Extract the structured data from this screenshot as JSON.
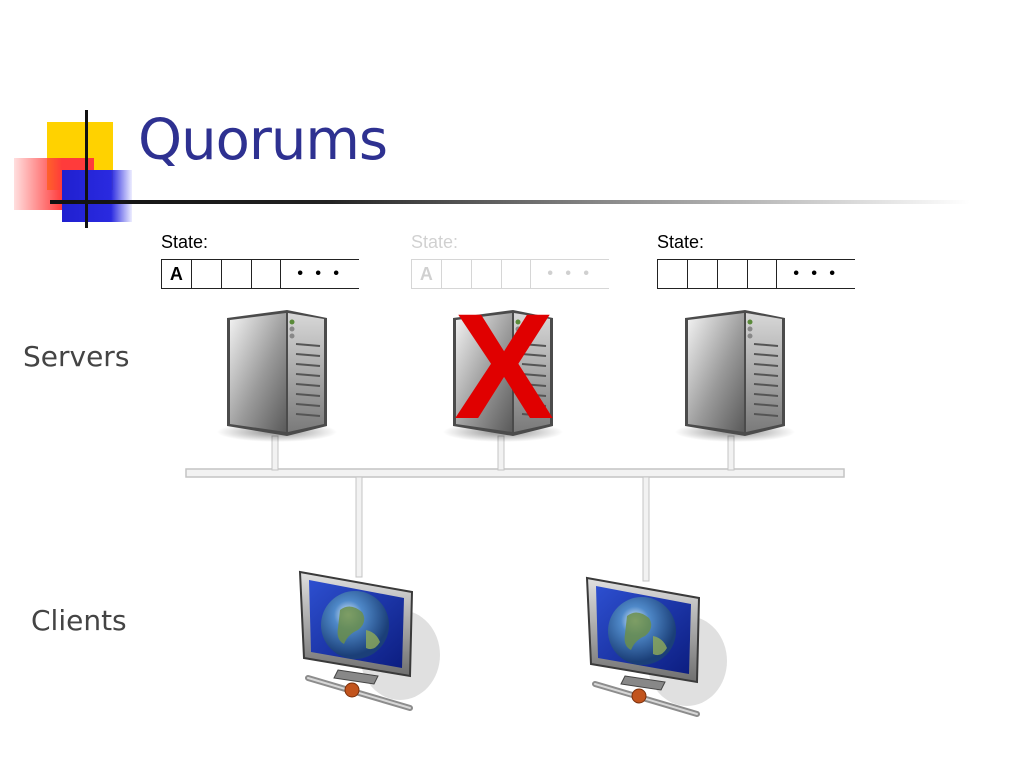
{
  "slide": {
    "title": "Quorums",
    "accent_color": "#2e3191"
  },
  "labels": {
    "servers": "Servers",
    "clients": "Clients"
  },
  "servers": [
    {
      "state_label": "State:",
      "cells": [
        "A",
        "",
        "",
        ""
      ],
      "ellipsis": "• • •",
      "failed": false
    },
    {
      "state_label": "State:",
      "cells": [
        "A",
        "",
        "",
        ""
      ],
      "ellipsis": "• • •",
      "failed": true
    },
    {
      "state_label": "State:",
      "cells": [
        "",
        "",
        "",
        ""
      ],
      "ellipsis": "• • •",
      "failed": false
    }
  ],
  "failure_mark": {
    "glyph": "X",
    "color": "#e00000"
  },
  "clients": [
    {
      "icon": "networked-computer-icon"
    },
    {
      "icon": "networked-computer-icon"
    }
  ]
}
